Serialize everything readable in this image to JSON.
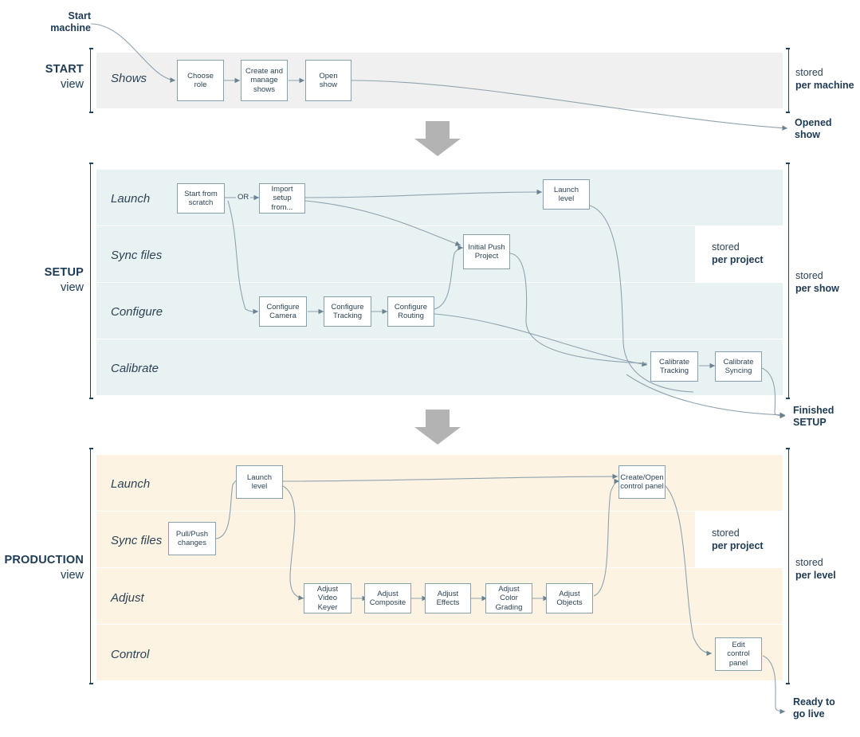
{
  "diagram": {
    "title": "Show production workflow phases",
    "colors": {
      "start_band": "#f0f0f0",
      "setup_band": "#e9f2f2",
      "production_band": "#fdf3e2",
      "node_border": "#87a0ad",
      "text": "#2c4356",
      "accent": "#1d3a54",
      "arrow_grey": "#b0b0b0"
    }
  },
  "entry": {
    "label": "Start\nmachine",
    "line1": "Start",
    "line2": "machine"
  },
  "phases": [
    {
      "id": "start",
      "name": "START",
      "view_word": "view",
      "lanes": [
        {
          "id": "shows",
          "label": "Shows",
          "nodes": [
            {
              "id": "choose-role",
              "label": "Choose\nrole"
            },
            {
              "id": "create-manage-shows",
              "label": "Create and\nmanage\nshows"
            },
            {
              "id": "open-show",
              "label": "Open\nshow"
            }
          ]
        }
      ],
      "right_bracket": {
        "line1": "stored",
        "line2": "per machine"
      },
      "exit_callout": {
        "line1": "Opened",
        "line2": "show"
      }
    },
    {
      "id": "setup",
      "name": "SETUP",
      "view_word": "view",
      "lanes": [
        {
          "id": "launch",
          "label": "Launch",
          "nodes": [
            {
              "id": "start-from-scratch",
              "label": "Start from\nscratch"
            },
            {
              "id": "import-setup-from",
              "label": "Import setup\nfrom..."
            },
            {
              "id": "launch-level",
              "label": "Launch\nlevel"
            }
          ],
          "connector_label": "OR"
        },
        {
          "id": "sync-files",
          "label": "Sync files",
          "nodes": [
            {
              "id": "initial-push-project",
              "label": "Initial Push\nProject"
            }
          ]
        },
        {
          "id": "configure",
          "label": "Configure",
          "nodes": [
            {
              "id": "configure-camera",
              "label": "Configure\nCamera"
            },
            {
              "id": "configure-tracking",
              "label": "Configure\nTracking"
            },
            {
              "id": "configure-routing",
              "label": "Configure\nRouting"
            }
          ]
        },
        {
          "id": "calibrate",
          "label": "Calibrate",
          "nodes": [
            {
              "id": "calibrate-tracking",
              "label": "Calibrate\nTracking"
            },
            {
              "id": "calibrate-syncing",
              "label": "Calibrate\nSyncing"
            }
          ]
        }
      ],
      "inner_bracket": {
        "line1": "stored",
        "line2": "per project"
      },
      "right_bracket": {
        "line1": "stored",
        "line2": "per show"
      },
      "exit_callout": {
        "line1": "Finished",
        "line2": "SETUP"
      }
    },
    {
      "id": "production",
      "name": "PRODUCTION",
      "view_word": "view",
      "lanes": [
        {
          "id": "launch",
          "label": "Launch",
          "nodes": [
            {
              "id": "launch-level",
              "label": "Launch\nlevel"
            },
            {
              "id": "create-open-control-panel",
              "label": "Create/Open\ncontrol panel"
            }
          ]
        },
        {
          "id": "sync-files",
          "label": "Sync files",
          "nodes": [
            {
              "id": "pull-push-changes",
              "label": "Pull/Push\nchanges"
            }
          ]
        },
        {
          "id": "adjust",
          "label": "Adjust",
          "nodes": [
            {
              "id": "adjust-video-keyer",
              "label": "Adjust Video\nKeyer"
            },
            {
              "id": "adjust-composite",
              "label": "Adjust\nComposite"
            },
            {
              "id": "adjust-effects",
              "label": "Adjust\nEffects"
            },
            {
              "id": "adjust-color-grading",
              "label": "Adjust Color\nGrading"
            },
            {
              "id": "adjust-objects",
              "label": "Adjust\nObjects"
            }
          ]
        },
        {
          "id": "control",
          "label": "Control",
          "nodes": [
            {
              "id": "edit-control-panel",
              "label": "Edit\ncontrol panel"
            }
          ]
        }
      ],
      "inner_bracket": {
        "line1": "stored",
        "line2": "per project"
      },
      "right_bracket": {
        "line1": "stored",
        "line2": "per level"
      },
      "exit_callout": {
        "line1": "Ready to",
        "line2": "go live"
      }
    }
  ]
}
